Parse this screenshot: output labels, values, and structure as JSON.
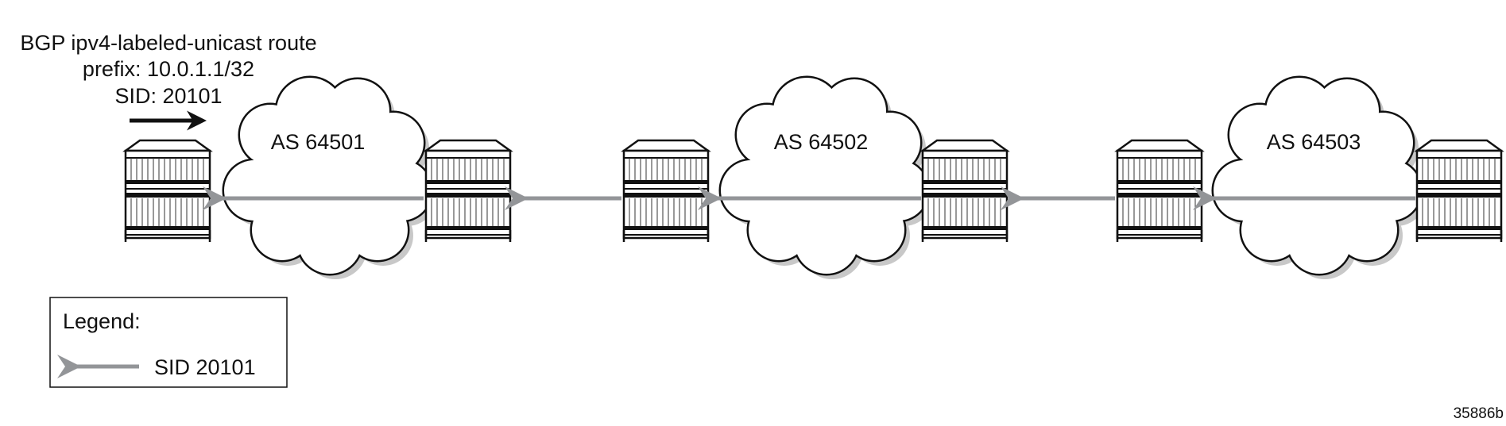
{
  "route": {
    "line1": "BGP ipv4-labeled-unicast route",
    "line2": "prefix: 10.0.1.1/32",
    "line3": "SID: 20101"
  },
  "as_domains": [
    {
      "label": "AS 64501"
    },
    {
      "label": "AS 64502"
    },
    {
      "label": "AS 64503"
    }
  ],
  "legend": {
    "title": "Legend:",
    "sid_label": "SID 20101"
  },
  "figure_id": "35886b",
  "colors": {
    "sid_arrow": "#939598",
    "line": "#111111"
  }
}
